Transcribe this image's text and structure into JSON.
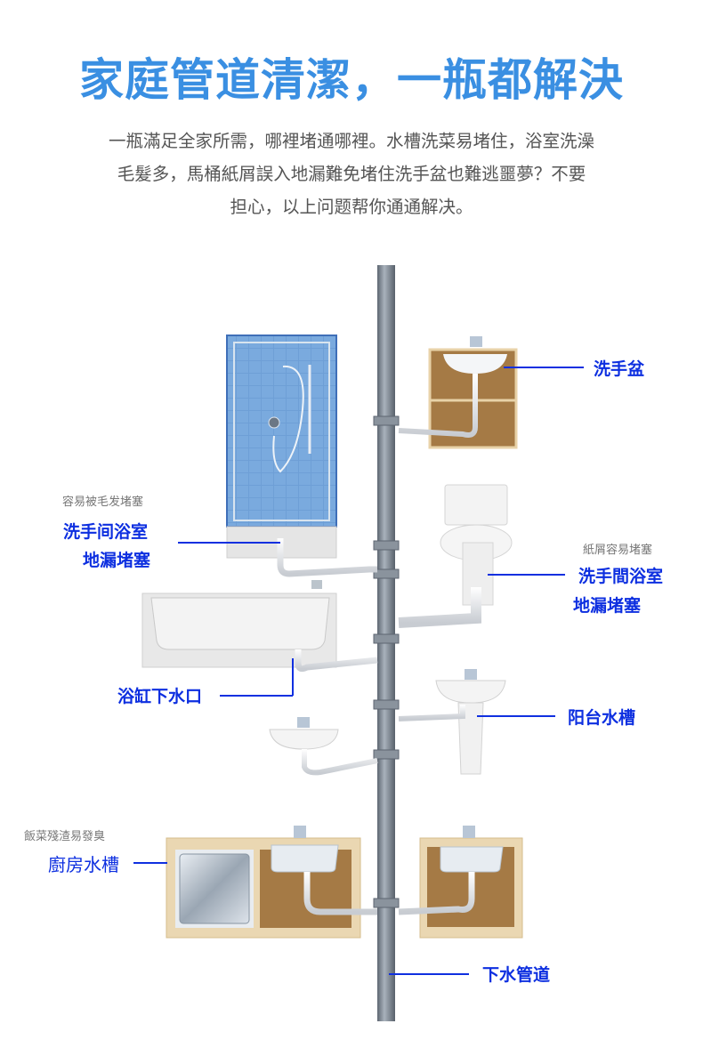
{
  "header": {
    "title": "家庭管道清潔，一瓶都解決",
    "intro_lines": [
      "一瓶滿足全家所需，哪裡堵通哪裡。水槽洗菜易堵住，浴室洗澡",
      "毛髮多，馬桶紙屑誤入地漏難免堵住洗手盆也難逃噩夢？不要",
      "担心，以上问题帮你通通解决。"
    ]
  },
  "labels": {
    "shower": {
      "note": "容易被毛发堵塞",
      "line1": "洗手间浴室",
      "line2": "地漏堵塞"
    },
    "bathtub": {
      "label": "浴缸下水口"
    },
    "kitchen": {
      "note": "飯菜殘渣易發臭",
      "label": "廚房水槽"
    },
    "washbasin": {
      "label": "洗手盆"
    },
    "toilet": {
      "note": "紙屑容易堵塞",
      "line1": "洗手間浴室",
      "line2": "地漏堵塞"
    },
    "balcony": {
      "label": "阳台水槽"
    },
    "drainpipe": {
      "label": "下水管道"
    }
  },
  "colors": {
    "title": "#3a8fe2",
    "label": "#0d2fe0",
    "pipe": "#7d8794"
  }
}
